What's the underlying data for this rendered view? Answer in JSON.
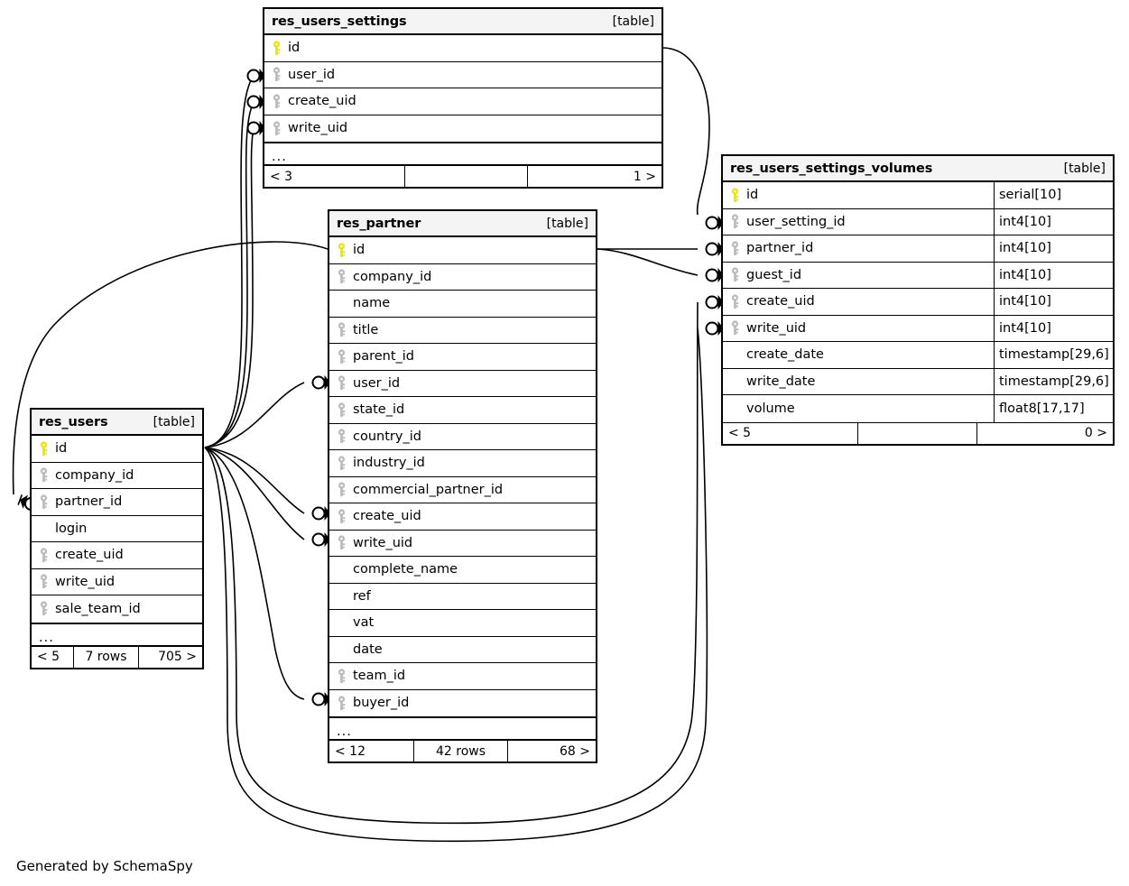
{
  "diagram": {
    "credit": "Generated by SchemaSpy",
    "kind_label": "[table]",
    "ellipsis": "...",
    "key_icons": {
      "primary": "primary-key-icon",
      "foreign": "foreign-key-icon"
    },
    "colors": {
      "primary_key": "#e8e800",
      "foreign_key": "#bbbbbb",
      "header_bg": "#f4f4f4",
      "border": "#000000",
      "background": "#ffffff"
    }
  },
  "tables": [
    {
      "id": "res_users_settings",
      "name": "res_users_settings",
      "kind": "[table]",
      "columns": [
        {
          "name": "id",
          "key": "primary",
          "type": ""
        },
        {
          "name": "user_id",
          "key": "foreign",
          "type": ""
        },
        {
          "name": "create_uid",
          "key": "foreign",
          "type": ""
        },
        {
          "name": "write_uid",
          "key": "foreign",
          "type": ""
        }
      ],
      "show_types": false,
      "more": "...",
      "footer": {
        "left": "< 3",
        "mid": "",
        "right": "1 >"
      }
    },
    {
      "id": "res_users_settings_volumes",
      "name": "res_users_settings_volumes",
      "kind": "[table]",
      "columns": [
        {
          "name": "id",
          "key": "primary",
          "type": "serial[10]"
        },
        {
          "name": "user_setting_id",
          "key": "foreign",
          "type": "int4[10]"
        },
        {
          "name": "partner_id",
          "key": "foreign",
          "type": "int4[10]"
        },
        {
          "name": "guest_id",
          "key": "foreign",
          "type": "int4[10]"
        },
        {
          "name": "create_uid",
          "key": "foreign",
          "type": "int4[10]"
        },
        {
          "name": "write_uid",
          "key": "foreign",
          "type": "int4[10]"
        },
        {
          "name": "create_date",
          "key": "none",
          "type": "timestamp[29,6]"
        },
        {
          "name": "write_date",
          "key": "none",
          "type": "timestamp[29,6]"
        },
        {
          "name": "volume",
          "key": "none",
          "type": "float8[17,17]"
        }
      ],
      "show_types": true,
      "more": "",
      "footer": {
        "left": "< 5",
        "mid": "",
        "right": "0 >"
      }
    },
    {
      "id": "res_partner",
      "name": "res_partner",
      "kind": "[table]",
      "columns": [
        {
          "name": "id",
          "key": "primary",
          "type": ""
        },
        {
          "name": "company_id",
          "key": "foreign",
          "type": ""
        },
        {
          "name": "name",
          "key": "none",
          "type": ""
        },
        {
          "name": "title",
          "key": "foreign",
          "type": ""
        },
        {
          "name": "parent_id",
          "key": "foreign",
          "type": ""
        },
        {
          "name": "user_id",
          "key": "foreign",
          "type": ""
        },
        {
          "name": "state_id",
          "key": "foreign",
          "type": ""
        },
        {
          "name": "country_id",
          "key": "foreign",
          "type": ""
        },
        {
          "name": "industry_id",
          "key": "foreign",
          "type": ""
        },
        {
          "name": "commercial_partner_id",
          "key": "foreign",
          "type": ""
        },
        {
          "name": "create_uid",
          "key": "foreign",
          "type": ""
        },
        {
          "name": "write_uid",
          "key": "foreign",
          "type": ""
        },
        {
          "name": "complete_name",
          "key": "none",
          "type": ""
        },
        {
          "name": "ref",
          "key": "none",
          "type": ""
        },
        {
          "name": "vat",
          "key": "none",
          "type": ""
        },
        {
          "name": "date",
          "key": "none",
          "type": ""
        },
        {
          "name": "team_id",
          "key": "foreign",
          "type": ""
        },
        {
          "name": "buyer_id",
          "key": "foreign",
          "type": ""
        }
      ],
      "show_types": false,
      "more": "...",
      "footer": {
        "left": "< 12",
        "mid": "42 rows",
        "right": "68 >"
      }
    },
    {
      "id": "res_users",
      "name": "res_users",
      "kind": "[table]",
      "columns": [
        {
          "name": "id",
          "key": "primary",
          "type": ""
        },
        {
          "name": "company_id",
          "key": "foreign",
          "type": ""
        },
        {
          "name": "partner_id",
          "key": "foreign",
          "type": ""
        },
        {
          "name": "login",
          "key": "none",
          "type": ""
        },
        {
          "name": "create_uid",
          "key": "foreign",
          "type": ""
        },
        {
          "name": "write_uid",
          "key": "foreign",
          "type": ""
        },
        {
          "name": "sale_team_id",
          "key": "foreign",
          "type": ""
        }
      ],
      "show_types": false,
      "more": "...",
      "footer": {
        "left": "< 5",
        "mid": "7 rows",
        "right": "705 >"
      }
    }
  ],
  "relationships": [
    {
      "from": "res_users.id",
      "to": "res_users_settings.user_id"
    },
    {
      "from": "res_users.id",
      "to": "res_users_settings.create_uid"
    },
    {
      "from": "res_users.id",
      "to": "res_users_settings.write_uid"
    },
    {
      "from": "res_partner.id",
      "to": "res_users.partner_id"
    },
    {
      "from": "res_users.id",
      "to": "res_partner.user_id"
    },
    {
      "from": "res_users.id",
      "to": "res_partner.create_uid"
    },
    {
      "from": "res_users.id",
      "to": "res_partner.write_uid"
    },
    {
      "from": "res_users.id",
      "to": "res_partner.buyer_id"
    },
    {
      "from": "res_users_settings.id",
      "to": "res_users_settings_volumes.user_setting_id"
    },
    {
      "from": "res_partner.id",
      "to": "res_users_settings_volumes.partner_id"
    },
    {
      "from": "res_partner.id",
      "to": "res_users_settings_volumes.guest_id"
    },
    {
      "from": "res_users.id",
      "to": "res_users_settings_volumes.create_uid"
    },
    {
      "from": "res_users.id",
      "to": "res_users_settings_volumes.write_uid"
    }
  ]
}
